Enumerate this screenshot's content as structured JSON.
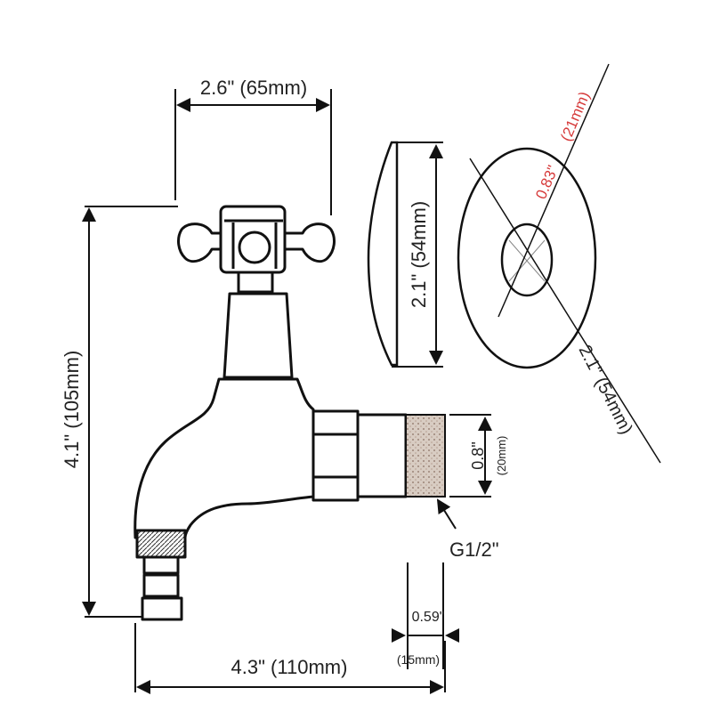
{
  "dimensions": {
    "handle_width": "2.6\" (65mm)",
    "total_height": "4.1\" (105mm)",
    "spout_length": "4.3\" (110mm)",
    "flange_height": "2.1\" (54mm)",
    "flange_diameter": "2.1\" (54mm)",
    "hole_diameter_in": "0.83\"",
    "hole_diameter_mm": "(21mm)",
    "thread_od_in": "0.8\"",
    "thread_od_mm": "(20mm)",
    "thread_spec": "G1/2\"",
    "thread_length_in": "0.59\"",
    "thread_length_mm": "(15mm)"
  },
  "colors": {
    "line": "#111111",
    "text": "#222222",
    "accent": "#d63a3a",
    "thread_fill": "#c9b9ad"
  }
}
